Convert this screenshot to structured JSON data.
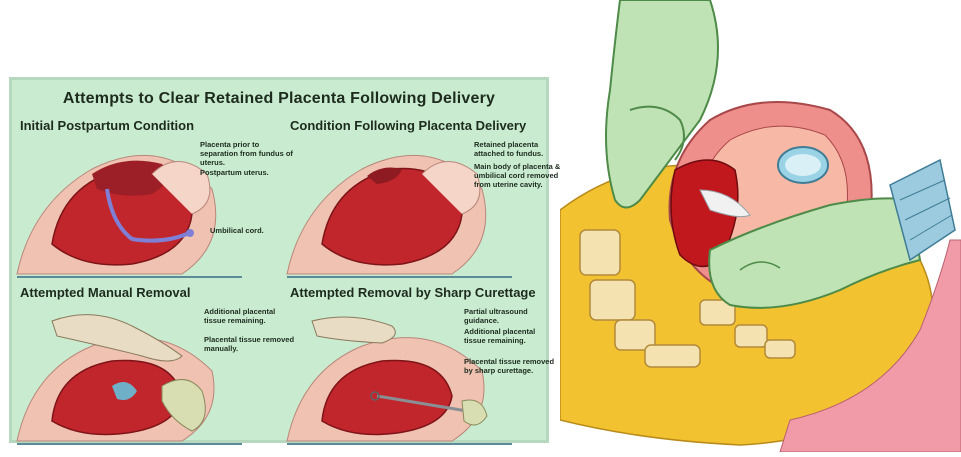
{
  "diagram": {
    "title": "Attempts to Clear Retained Placenta Following Delivery",
    "panels": [
      {
        "title": "Initial Postpartum Condition",
        "labels": [
          "Placenta prior to separation from fundus of uterus.",
          "Postpartum uterus.",
          "Umbilical cord."
        ]
      },
      {
        "title": "Condition Following Placenta Delivery",
        "labels": [
          "Retained placenta attached to fundus.",
          "Main body of placenta & umbilical cord removed from uterine cavity."
        ]
      },
      {
        "title": "Attempted Manual Removal",
        "labels": [
          "Additional placental tissue remaining.",
          "Placental tissue removed manually."
        ]
      },
      {
        "title": "Attempted Removal by Sharp Curettage",
        "labels": [
          "Partial ultrasound guidance.",
          "Additional placental tissue remaining.",
          "Placental tissue removed by sharp curettage."
        ]
      }
    ]
  },
  "colors": {
    "panel_bg": "#c9ecd0",
    "uterus_red": "#c0262b",
    "flesh": "#efc2b2",
    "glove_green": "#bfe3b5",
    "fat_yellow": "#f2c230"
  }
}
